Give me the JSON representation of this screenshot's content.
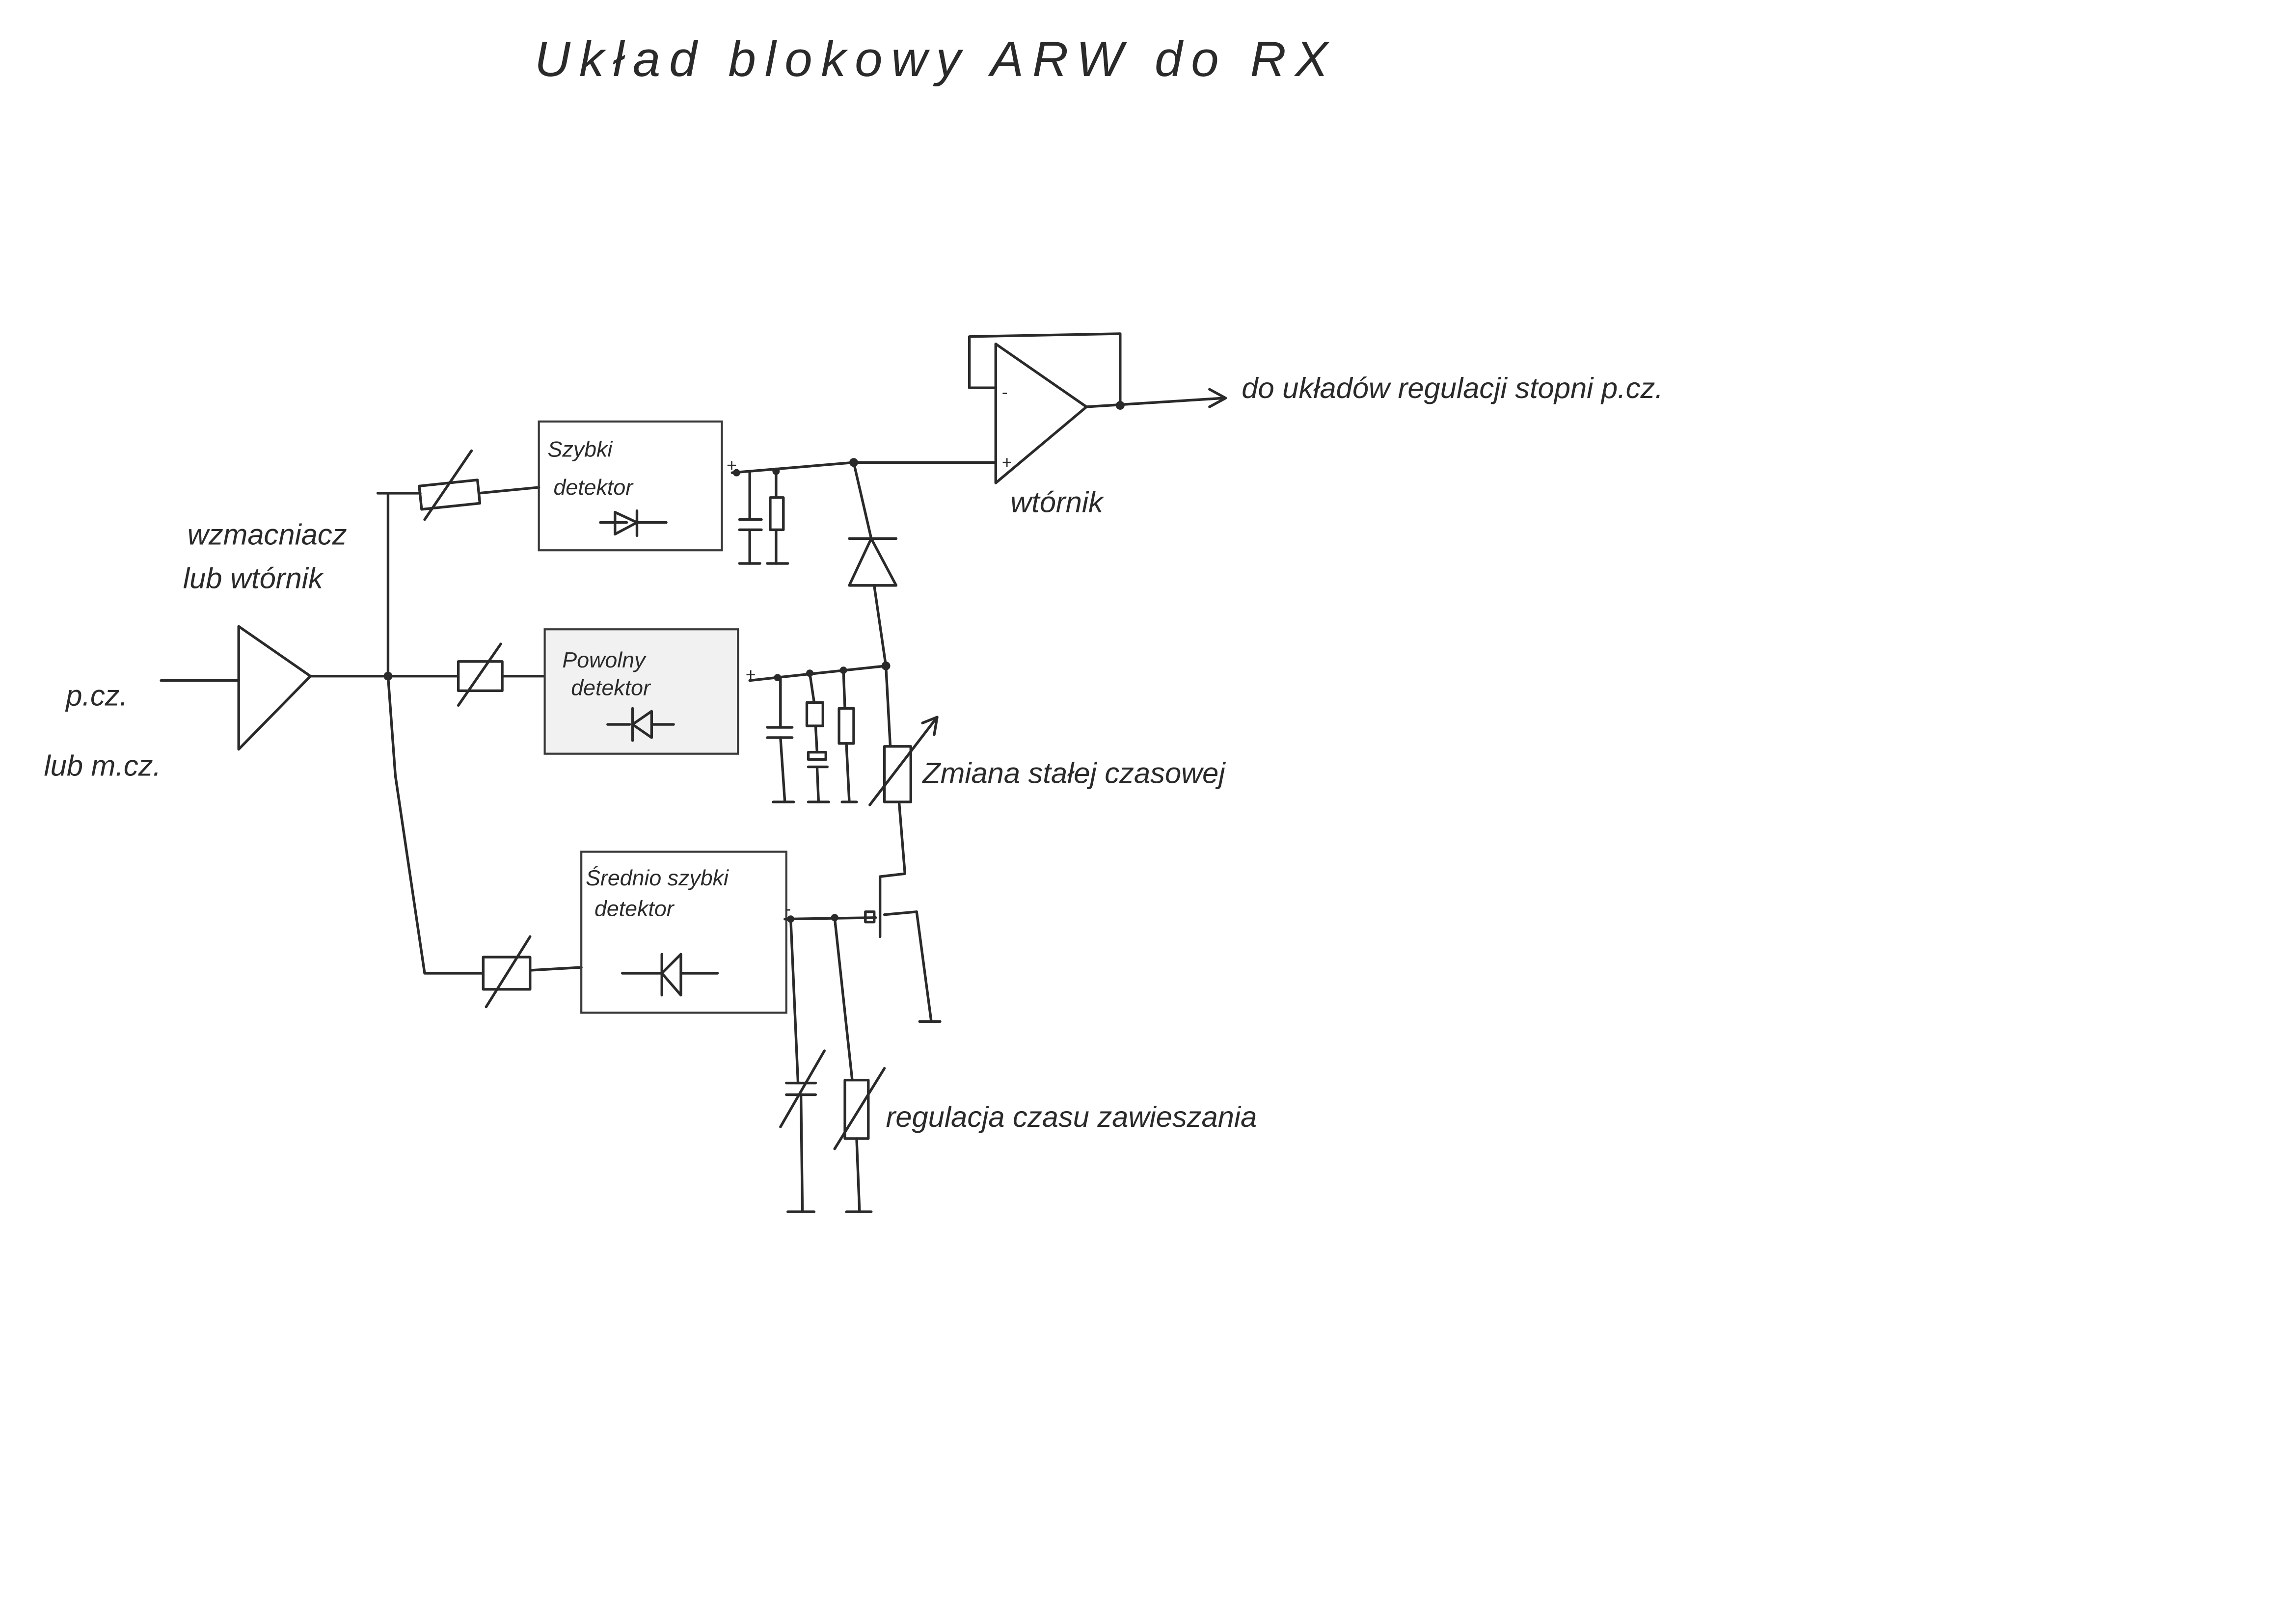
{
  "title": "Układ blokowy ARW do RX",
  "input_label": {
    "line1": "p.cz.",
    "line2": "lub m.cz."
  },
  "amplifier_label": {
    "line1": "wzmacniacz",
    "line2": "lub wtórnik"
  },
  "detectors": [
    {
      "line1": "Szybki",
      "line2": "detektor",
      "polarity": "+"
    },
    {
      "line1": "Powolny",
      "line2": "detektor",
      "polarity": "+"
    },
    {
      "line1": "Średnio szybki",
      "line2": "detektor",
      "polarity": "-"
    }
  ],
  "follower": {
    "label": "wtórnik",
    "minus": "-",
    "plus": "+"
  },
  "output_label": "do układów regulacji stopni p.cz.",
  "time_constant_label": "Zmiana stałej czasowej",
  "hold_time_label": "regulacja czasu zawieszania"
}
